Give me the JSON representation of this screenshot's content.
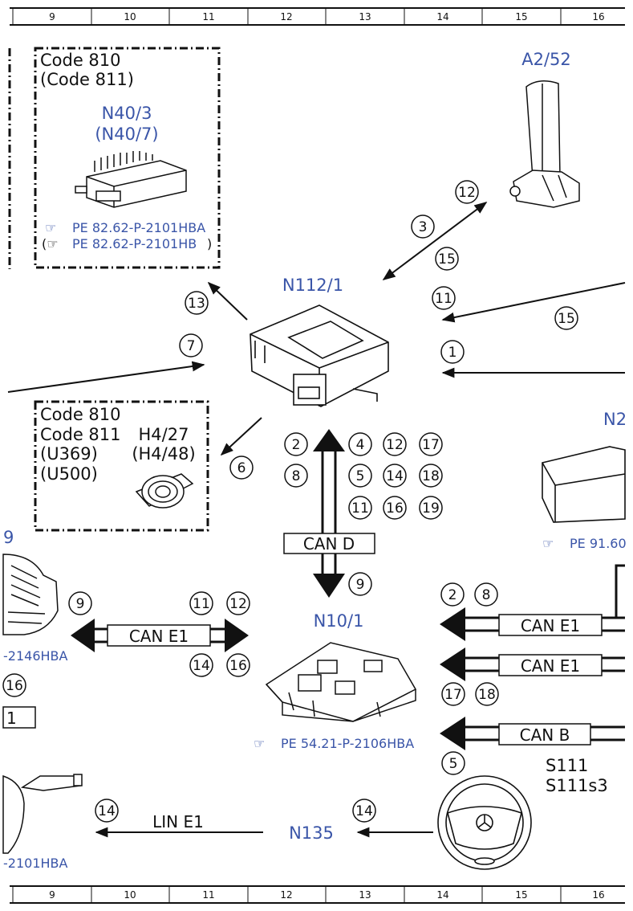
{
  "ruler_top": [
    "9",
    "10",
    "11",
    "12",
    "13",
    "14",
    "15",
    "16"
  ],
  "ruler_bottom": [
    "9",
    "10",
    "11",
    "12",
    "13",
    "14",
    "15",
    "16"
  ],
  "boxes": {
    "top": {
      "line1": "Code 810",
      "line2": "(Code 811)",
      "comp1": "N40/3",
      "comp2": "(N40/7)",
      "pe1": "PE 82.62-P-2101HBA",
      "pe2": "PE 82.62-P-2101HB"
    },
    "mid": {
      "line1": "Code 810",
      "line2": "Code 811",
      "line3": "(U369)",
      "line4": "(U500)",
      "comp1": "H4/27",
      "comp2": "(H4/48)"
    }
  },
  "components": {
    "a2_52": "A2/52",
    "n112_1": "N112/1",
    "n10_1": "N10/1",
    "n135": "N135",
    "n2_partial": "N2",
    "s111": "S111",
    "s111s3": "S111s3",
    "left_partial": "9"
  },
  "refs": {
    "n10_1": "PE 54.21-P-2106HBA",
    "right_partial": "PE 91.60",
    "left_partial1": "-2146HBA",
    "left_partial2": "-2101HBA"
  },
  "buses": {
    "can_d": "CAN D",
    "can_e1_left": "CAN E1",
    "can_e1_r1": "CAN E1",
    "can_e1_r2": "CAN E1",
    "can_b": "CAN B",
    "lin_e1": "LIN E1",
    "left_box_partial": "1"
  },
  "markers": {
    "m13": "13",
    "m7": "7",
    "m6": "6",
    "m3": "3",
    "m12a": "12",
    "m15a": "15",
    "m11a": "11",
    "m15b": "15",
    "m1": "1",
    "m2a": "2",
    "m8a": "8",
    "m4": "4",
    "m12b": "12",
    "m17a": "17",
    "m5a": "5",
    "m14a": "14",
    "m18a": "18",
    "m11b": "11",
    "m16a": "16",
    "m19": "19",
    "m9a": "9",
    "m9b": "9",
    "m11c": "11",
    "m12c": "12",
    "m14b": "14",
    "m16b": "16",
    "m16c": "16",
    "m2b": "2",
    "m8b": "8",
    "m17b": "17",
    "m18b": "18",
    "m5b": "5",
    "m14c": "14",
    "m14d": "14"
  }
}
